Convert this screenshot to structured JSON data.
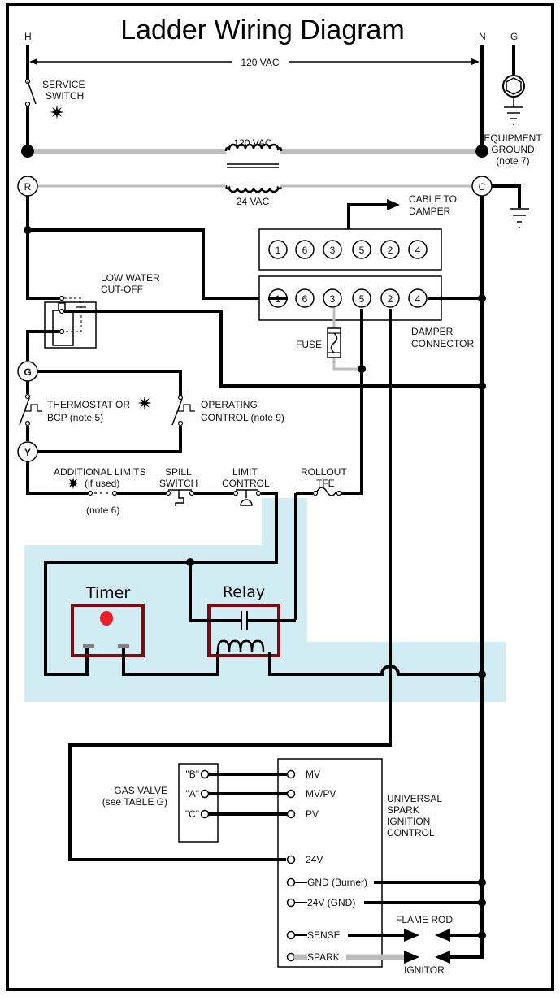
{
  "title": "Ladder Wiring Diagram",
  "rails": {
    "hot": "H",
    "neutral": "N",
    "ground": "G",
    "line_voltage": "120 VAC"
  },
  "service_switch": {
    "line1": "SERVICE",
    "line2": "SWITCH"
  },
  "equipment_ground": {
    "line1": "EQUIPMENT",
    "line2": "GROUND",
    "line3": "(note 7)"
  },
  "transformer": {
    "primary": "120 VAC",
    "secondary": "24 VAC"
  },
  "terminals": {
    "r": "R",
    "c": "C",
    "g": "G",
    "y": "Y"
  },
  "damper": {
    "cable_line1": "CABLE TO",
    "cable_line2": "DAMPER",
    "top_pins": [
      "1",
      "6",
      "3",
      "5",
      "2",
      "4"
    ],
    "bottom_pins": [
      "1",
      "6",
      "3",
      "5",
      "2",
      "4"
    ],
    "connector_line1": "DAMPER",
    "connector_line2": "CONNECTOR"
  },
  "fuse": "FUSE",
  "low_water": {
    "line1": "LOW WATER",
    "line2": "CUT-OFF"
  },
  "thermostat": {
    "line1": "THERMOSTAT OR",
    "line2": "BCP (note 5)"
  },
  "operating_control": {
    "line1": "OPERATING",
    "line2": "CONTROL (note 9)"
  },
  "additional_limits": {
    "line1": "ADDITIONAL LIMITS",
    "line2": "(if used)",
    "note": "(note 6)"
  },
  "spill_switch": {
    "line1": "SPILL",
    "line2": "SWITCH"
  },
  "limit_control": {
    "line1": "LIMIT",
    "line2": "CONTROL"
  },
  "rollout": {
    "line1": "ROLLOUT",
    "line2": "TFE"
  },
  "timer": {
    "label": "Timer",
    "indicator_color": "#e8202a",
    "box_color": "#7a0a14"
  },
  "relay": {
    "label": "Relay",
    "box_color": "#7a0a14"
  },
  "highlight_color": "#d2ecf4",
  "gas_valve": {
    "line1": "GAS VALVE",
    "line2": "(see TABLE G)",
    "pins": [
      "\"B\"",
      "\"A\"",
      "\"C\""
    ]
  },
  "ignition_control": {
    "line1": "UNIVERSAL",
    "line2": "SPARK",
    "line3": "IGNITION",
    "line4": "CONTROL",
    "pins": [
      "MV",
      "MV/PV",
      "PV",
      "24V",
      "GND (Burner)",
      "24V (GND)",
      "SENSE",
      "SPARK"
    ]
  },
  "flame_rod": "FLAME ROD",
  "ignitor": "IGNITOR"
}
